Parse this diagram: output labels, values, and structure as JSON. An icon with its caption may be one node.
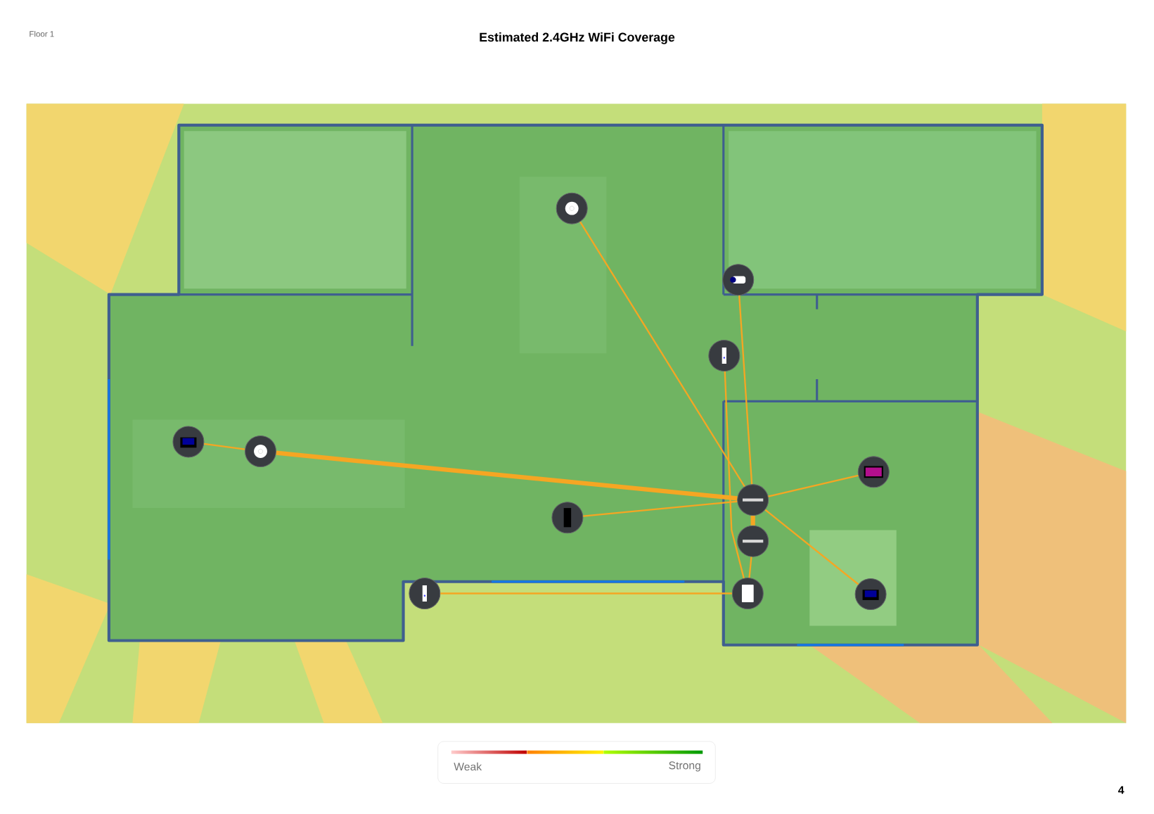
{
  "diagram": {
    "title": "Estimated 2.4GHz WiFi Coverage",
    "nodes": [
      {
        "text": [],
        "shape": "circle"
      },
      {
        "text": [],
        "shape": "circle"
      },
      {
        "text": [],
        "shape": "circle"
      },
      {
        "text": [],
        "shape": "circle"
      },
      {
        "text": [],
        "shape": "circle"
      },
      {
        "text": [],
        "shape": "circle"
      },
      {
        "text": [],
        "shape": "circle"
      },
      {
        "text": [],
        "shape": "circle"
      },
      {
        "text": [],
        "shape": "circle"
      },
      {
        "text": [],
        "shape": "circle"
      },
      {
        "text": [],
        "shape": "circle"
      },
      {
        "text": [],
        "shape": "circle"
      }
    ],
    "edges": [
      {
        "from": 0,
        "to": 6,
        "arrow": "none"
      },
      {
        "from": 1,
        "to": 6,
        "arrow": "none"
      },
      {
        "from": 2,
        "to": 10,
        "arrow": "none"
      },
      {
        "from": 3,
        "to": 4,
        "arrow": "none"
      },
      {
        "from": 4,
        "to": 6,
        "arrow": "none",
        "style": "thick"
      },
      {
        "from": 5,
        "to": 6,
        "arrow": "none"
      },
      {
        "from": 7,
        "to": 6,
        "arrow": "none"
      },
      {
        "from": 6,
        "to": 8,
        "arrow": "none",
        "style": "thick"
      },
      {
        "from": 8,
        "to": 10,
        "arrow": "none"
      },
      {
        "from": 9,
        "to": 10,
        "arrow": "none"
      },
      {
        "from": 6,
        "to": 11,
        "arrow": "none"
      }
    ],
    "labels": [
      "Floor 1",
      "4"
    ],
    "legend": [
      {
        "text": "Weak"
      },
      {
        "text": "Strong"
      }
    ]
  }
}
